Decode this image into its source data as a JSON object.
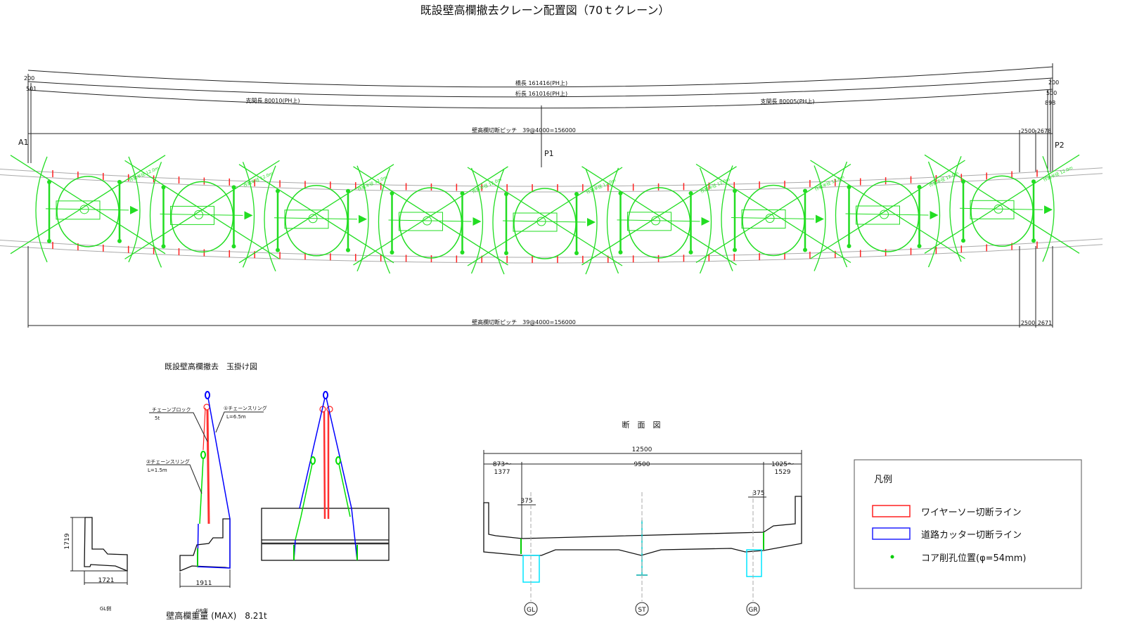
{
  "title": "既設壁高欄撤去クレーン配置図（70ｔクレーン）",
  "plan": {
    "bridge_length": "橋長 161416(PH上)",
    "girder_length": "桁長 161016(PH上)",
    "span_left": "支間長 80010(PH上)",
    "span_right": "支間長 80005(PH上)",
    "left_offsets": [
      "200",
      "501"
    ],
    "right_offsets": [
      "200",
      "500",
      "898"
    ],
    "pitch_top": "壁高欄切断ピッチ　39@4000=156000",
    "pitch_top_end": [
      "2500",
      "2678"
    ],
    "pitch_bottom": "壁高欄切断ピッチ　39@4000=156000",
    "pitch_bottom_end": [
      "2500",
      "2671"
    ],
    "supports": [
      "A1",
      "P1",
      "P2"
    ],
    "crane_count": 9,
    "crane_radius_label": "作業半径 12.0m",
    "cut_pitch_count": 39
  },
  "sling": {
    "title": "既設壁高欄撤去　玉掛け図",
    "chain_block": "チェーンブロック",
    "chain_block_cap": "5t",
    "sling1": "①チェーンスリング",
    "sling1_len": "L=6.5m",
    "sling2": "②チェーンスリング",
    "sling2_len": "L=1.5m",
    "gl_height": "1719",
    "gl_width": "1721",
    "gl_label": "GL側",
    "gr_width": "1911",
    "gr_label": "GR側",
    "weight": "壁高欄重量 (MAX)　8.21t"
  },
  "section": {
    "title": "断　面　図",
    "total": "12500",
    "left": "873～",
    "left2": "1377",
    "middle": "9500",
    "right": "1025～",
    "right2": "1529",
    "left_375": "375",
    "right_375": "375",
    "markers": [
      "GL",
      "ST",
      "GR"
    ]
  },
  "legend": {
    "title": "凡例",
    "items": [
      {
        "label": "ワイヤーソー切断ライン",
        "color": "#ff2020"
      },
      {
        "label": "道路カッター切断ライン",
        "color": "#2020ff"
      },
      {
        "label": "コア削孔位置(φ=54mm)",
        "color": "#00cc00"
      }
    ]
  }
}
